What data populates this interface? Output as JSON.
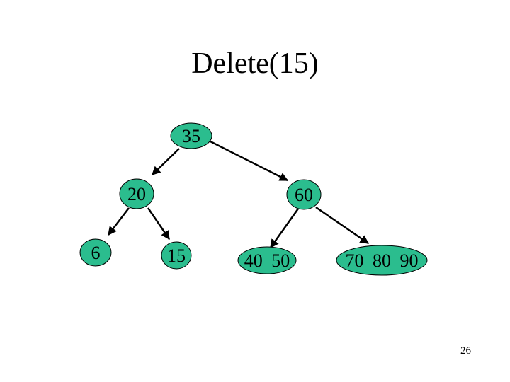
{
  "slide": {
    "title": "Delete(15)",
    "page_number": "26"
  },
  "colors": {
    "node_fill": "#2BBD8E",
    "node_stroke": "#000000",
    "arrow": "#000000",
    "background": "#FFFFFF",
    "text": "#000000"
  },
  "tree": {
    "nodes": [
      {
        "id": "node-35",
        "label": "35"
      },
      {
        "id": "node-20",
        "label": "20"
      },
      {
        "id": "node-60",
        "label": "60"
      },
      {
        "id": "node-6",
        "label": "6"
      },
      {
        "id": "node-15",
        "label": "15"
      },
      {
        "id": "node-40-50",
        "label": "40 50"
      },
      {
        "id": "node-70-80-90",
        "label": "70 80 90"
      }
    ],
    "edges": [
      {
        "from": "35",
        "to": "20"
      },
      {
        "from": "35",
        "to": "60"
      },
      {
        "from": "20",
        "to": "6"
      },
      {
        "from": "20",
        "to": "15"
      },
      {
        "from": "60",
        "to": "40 50"
      },
      {
        "from": "60",
        "to": "70 80 90"
      }
    ]
  }
}
